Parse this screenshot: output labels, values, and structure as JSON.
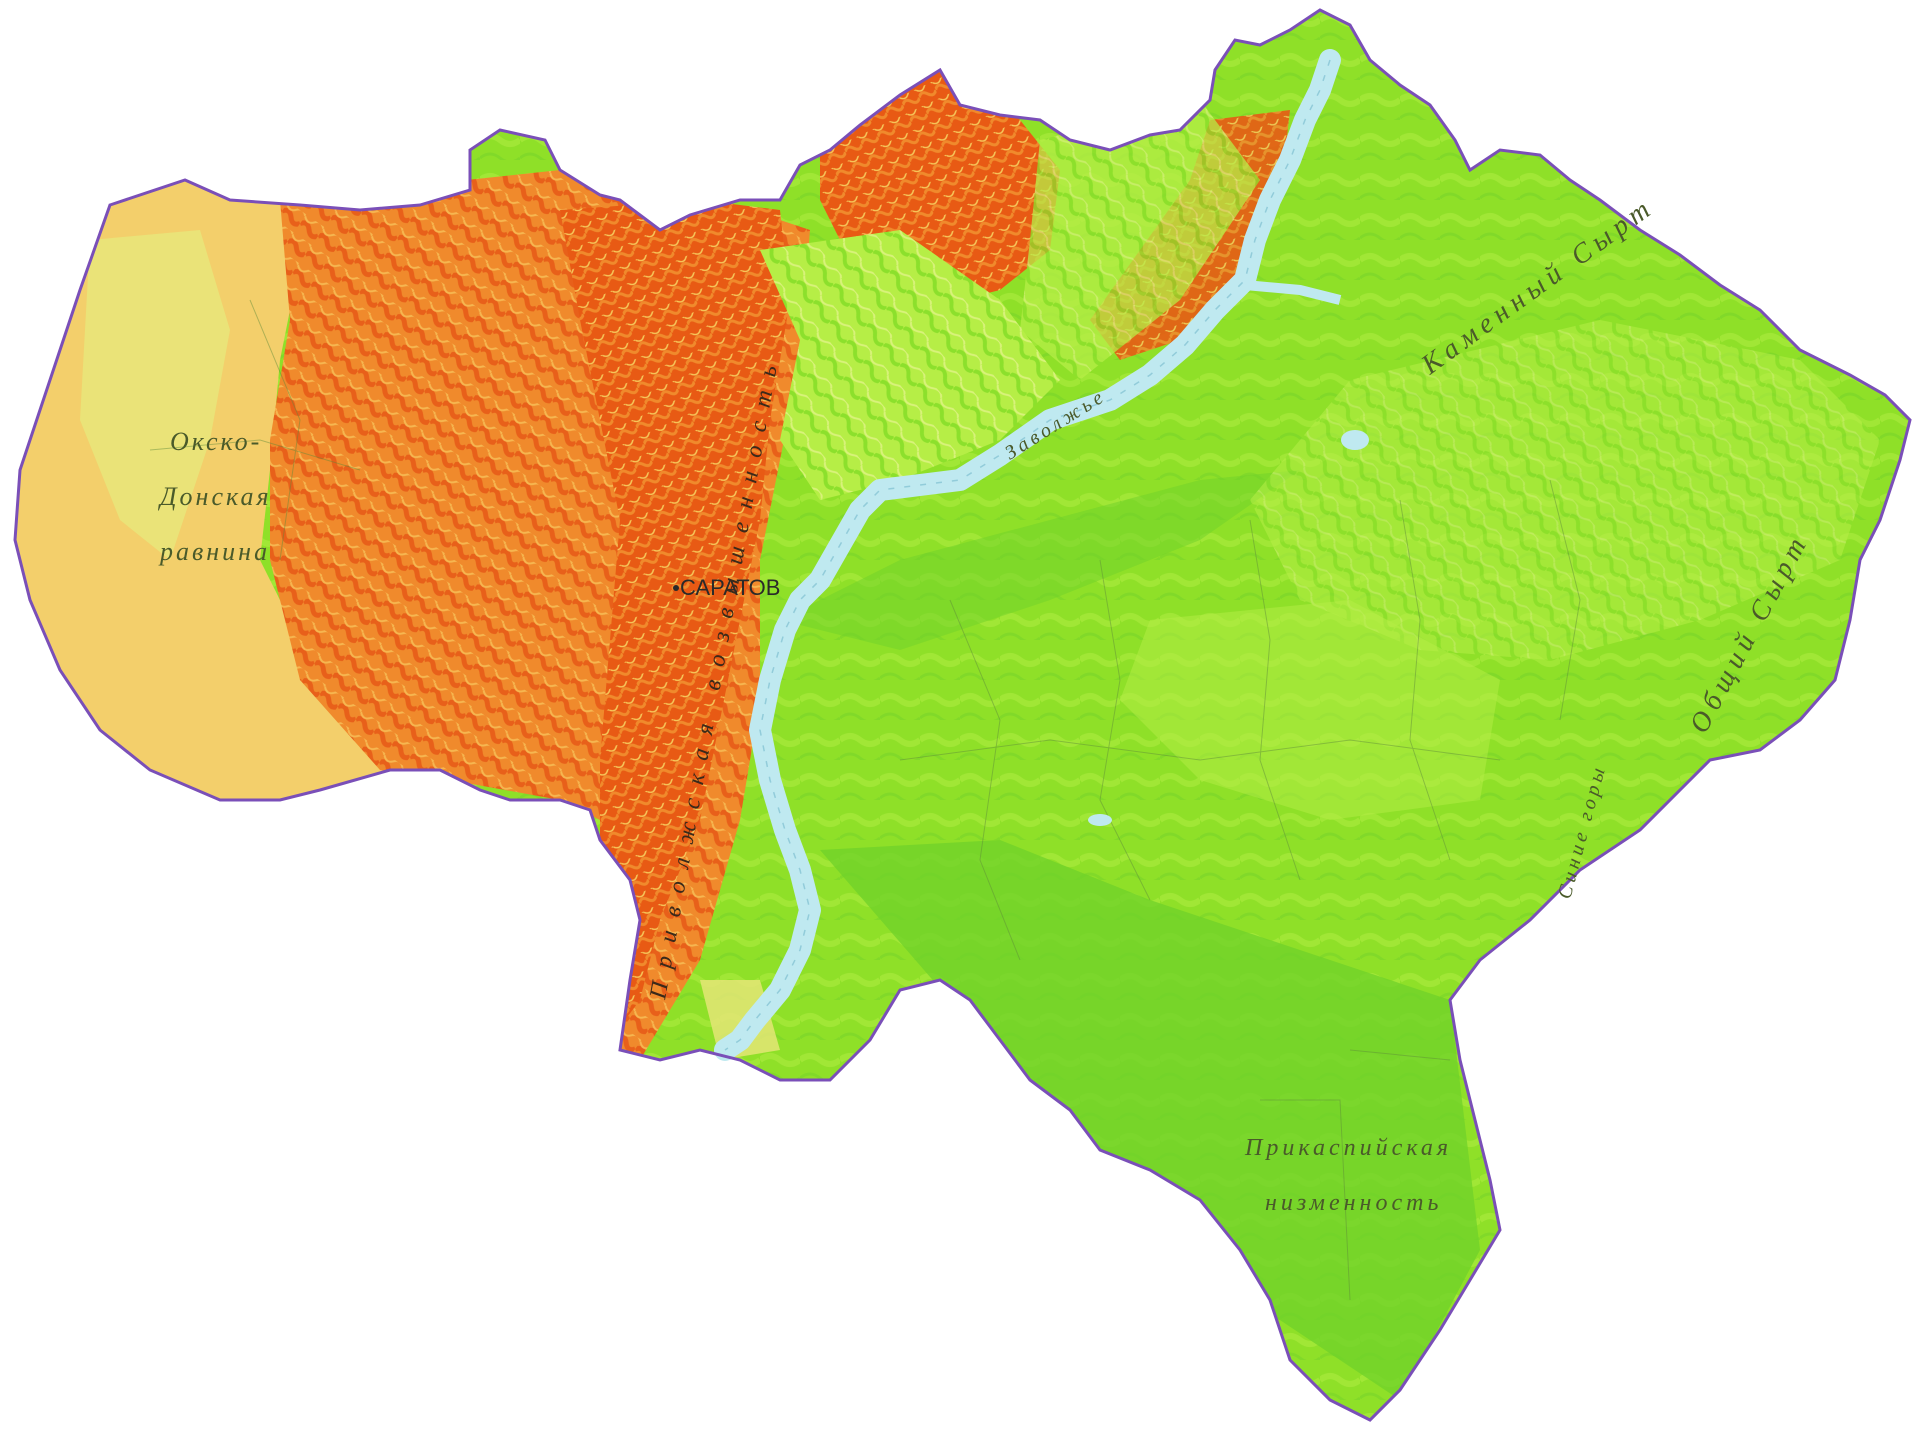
{
  "map": {
    "city_label": "САРАТОВ",
    "regions": {
      "oka_don_1": "Окско-",
      "oka_don_2": "Донская",
      "oka_don_3": "равнина",
      "kamenny_syrt": "Каменный Сырт",
      "obshchy_syrt": "Общий Сырт",
      "zavolzhye": "Заволжье",
      "sinie_gory": "Синие горы",
      "caspian_1": "Прикаспийская",
      "caspian_2": "низменность",
      "privolzhskaya": "Приволжская возвышенность"
    },
    "colors": {
      "sea": "#ffffff",
      "lowland_green": "#8fe028",
      "lowland_dark": "#6fd12a",
      "plain_yellow": "#f3cf6b",
      "plain_light": "#e8e67a",
      "upland_orange": "#f08a2c",
      "upland_red": "#e85a14",
      "river": "#bfe9f0",
      "border": "#7a4fb8"
    }
  }
}
